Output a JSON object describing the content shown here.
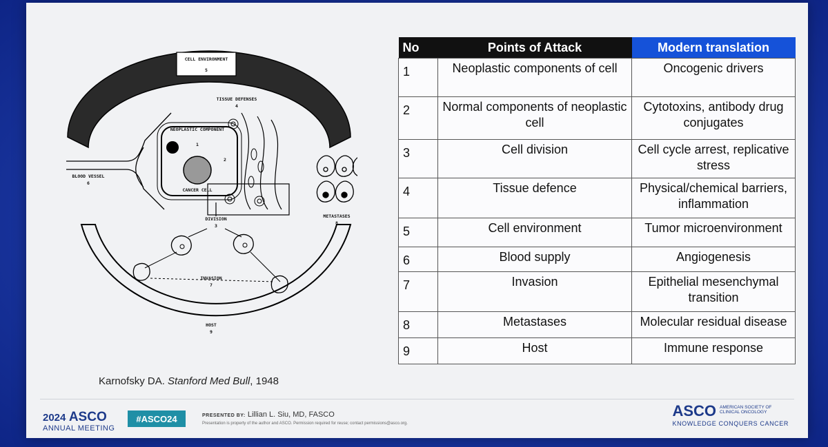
{
  "diagram": {
    "labels": {
      "cell_environment": "CELL ENVIRONMENT",
      "cell_environment_no": "5",
      "tissue_defenses": "TISSUE DEFENSES",
      "tissue_defenses_no": "4",
      "neoplastic_component": "NEOPLASTIC COMPONENT",
      "neoplastic_component_no": "1",
      "normal_component_no": "2",
      "cancer_cell": "CANCER CELL",
      "blood_vessel": "BLOOD VESSEL",
      "blood_vessel_no": "6",
      "division": "DIVISION",
      "division_no": "3",
      "metastases": "METASTASES",
      "metastases_no": "8",
      "invasion": "INVASION",
      "invasion_no": "7",
      "host": "HOST",
      "host_no": "9"
    }
  },
  "citation": {
    "author": "Karnofsky DA.",
    "journal": "Stanford Med Bull",
    "year": ", 1948"
  },
  "table": {
    "headers": {
      "no": "No",
      "attack": "Points of Attack",
      "modern": "Modern translation"
    },
    "rows": [
      {
        "no": "1",
        "attack": "Neoplastic components of cell",
        "modern": "Oncogenic drivers"
      },
      {
        "no": "2",
        "attack": "Normal components of neoplastic cell",
        "modern": "Cytotoxins, antibody drug conjugates"
      },
      {
        "no": "3",
        "attack": "Cell division",
        "modern": "Cell cycle arrest, replicative stress"
      },
      {
        "no": "4",
        "attack": "Tissue defence",
        "modern": "Physical/chemical barriers, inflammation"
      },
      {
        "no": "5",
        "attack": "Cell environment",
        "modern": "Tumor microenvironment"
      },
      {
        "no": "6",
        "attack": "Blood supply",
        "modern": "Angiogenesis"
      },
      {
        "no": "7",
        "attack": "Invasion",
        "modern": "Epithelial mesenchymal transition"
      },
      {
        "no": "8",
        "attack": "Metastases",
        "modern": "Molecular residual disease"
      },
      {
        "no": "9",
        "attack": "Host",
        "modern": "Immune response"
      }
    ]
  },
  "footer": {
    "year": "2024",
    "brand": "ASCO",
    "meeting": "ANNUAL MEETING",
    "hashtag": "#ASCO24",
    "presented_by": "PRESENTED BY:",
    "presenter": "Lillian L. Siu, MD, FASCO",
    "notice": "Presentation is property of the author and ASCO. Permission required for reuse; contact permissions@asco.org.",
    "logo": "ASCO",
    "org": "AMERICAN SOCIETY OF CLINICAL ONCOLOGY",
    "tagline": "KNOWLEDGE CONQUERS CANCER"
  },
  "colors": {
    "header_dark": "#111111",
    "header_blue": "#1552d9",
    "hashtag": "#1f8fa6",
    "brand": "#1d3a8a"
  }
}
